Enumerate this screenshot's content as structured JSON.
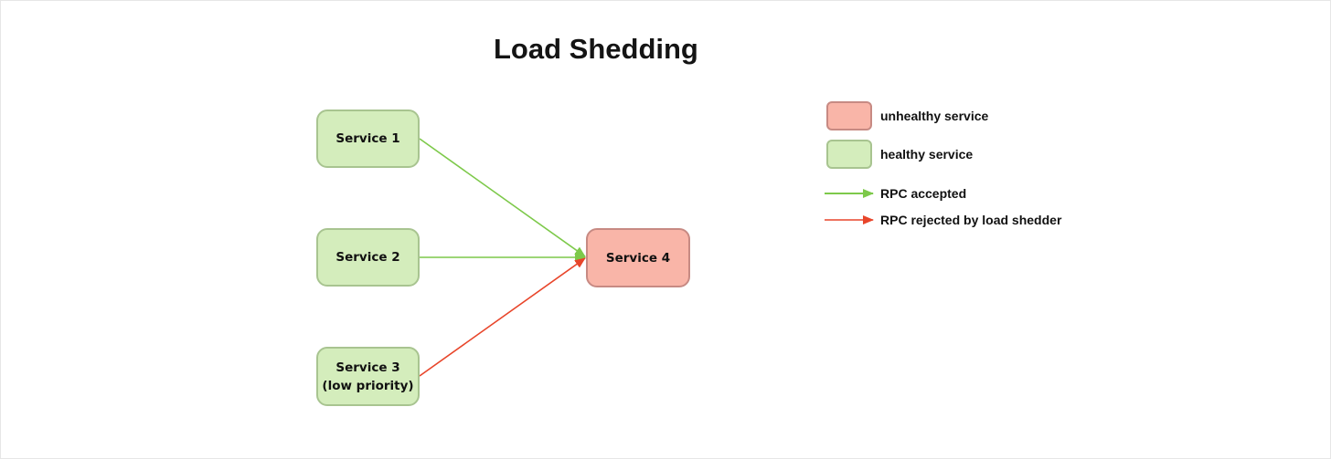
{
  "title": "Load Shedding",
  "nodes": [
    {
      "id": "service-1",
      "label": "Service 1",
      "status": "healthy"
    },
    {
      "id": "service-2",
      "label": "Service 2",
      "status": "healthy"
    },
    {
      "id": "service-3",
      "label": "Service 3\n(low priority)",
      "status": "healthy"
    },
    {
      "id": "service-4",
      "label": "Service 4",
      "status": "unhealthy"
    }
  ],
  "edges": [
    {
      "from": "service-1",
      "to": "service-4",
      "type": "accepted"
    },
    {
      "from": "service-2",
      "to": "service-4",
      "type": "accepted"
    },
    {
      "from": "service-3",
      "to": "service-4",
      "type": "rejected"
    }
  ],
  "legend": {
    "unhealthy": "unhealthy service",
    "healthy": "healthy service",
    "accepted": "RPC accepted",
    "rejected": "RPC rejected by load shedder"
  },
  "colors": {
    "healthy_fill": "#d4edbc",
    "healthy_border": "#a8c490",
    "unhealthy_fill": "#f9b5a8",
    "unhealthy_border": "#c78a83",
    "accepted_arrow": "#7dc94a",
    "rejected_arrow": "#e8452a"
  }
}
